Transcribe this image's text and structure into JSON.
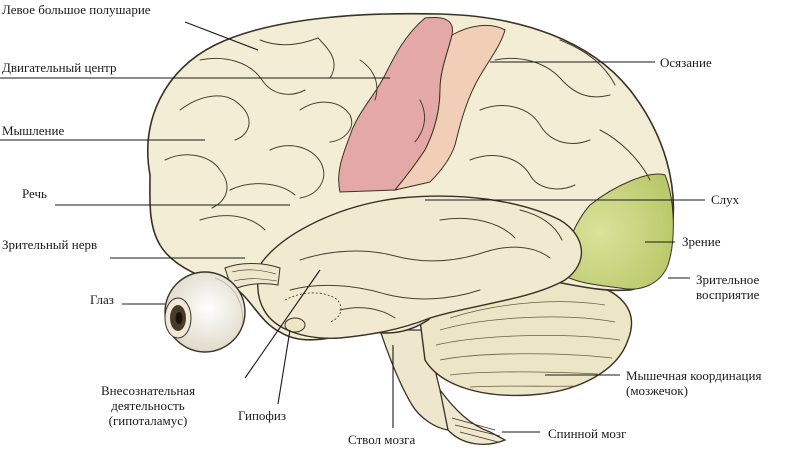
{
  "labels": {
    "left_hemisphere": "Левое большое полушарие",
    "motor_center": "Двигательный центр",
    "thinking": "Мышление",
    "speech": "Речь",
    "optic_nerve": "Зрительный нерв",
    "eye": "Глаз",
    "subconscious_line1": "Внесознательная",
    "subconscious_line2": "деятельность",
    "subconscious_line3": "(гипоталамус)",
    "pituitary": "Гипофиз",
    "brainstem": "Ствол мозга",
    "spinal_cord": "Спинной мозг",
    "muscle_coord_line1": "Мышечная координация",
    "muscle_coord_line2": "(мозжечок)",
    "visual_perception_line1": "Зрительное",
    "visual_perception_line2": "восприятие",
    "vision": "Зрение",
    "hearing": "Слух",
    "touch": "Осязание"
  },
  "colors": {
    "brain_fill": "#f3edd6",
    "outline": "#3a3226",
    "motor_area": "#e4a9a6",
    "touch_area": "#f0cfb6",
    "visual_area": "#d9e39a",
    "visual_area_dark": "#c5d37a",
    "cerebellum": "#ece5c6",
    "eye_white": "#f6f3ea",
    "iris": "#4a3a2a"
  }
}
